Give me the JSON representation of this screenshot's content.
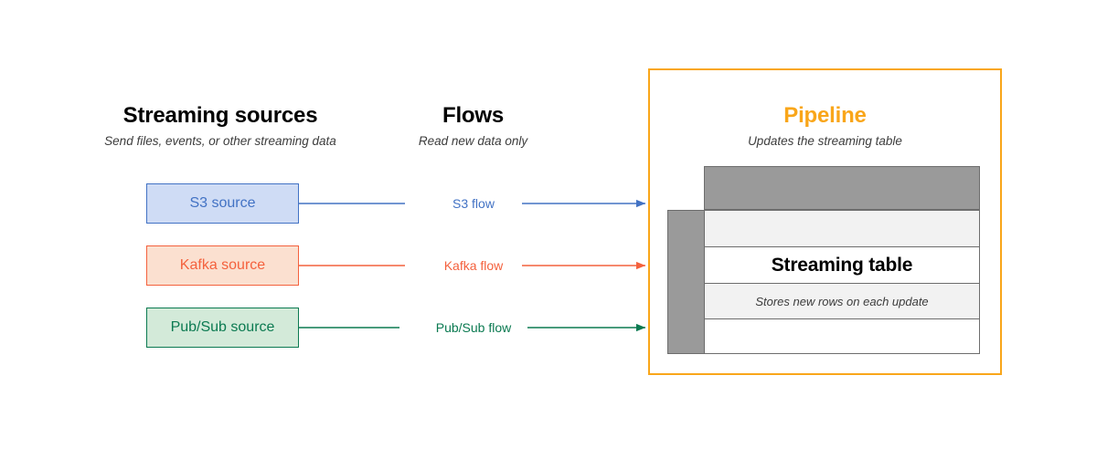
{
  "columns": {
    "sources": {
      "title": "Streaming sources",
      "subtitle": "Send files, events, or other streaming data"
    },
    "flows": {
      "title": "Flows",
      "subtitle": "Read new data only"
    },
    "pipeline": {
      "title": "Pipeline",
      "subtitle": "Updates the streaming table"
    }
  },
  "sources": [
    {
      "label": "S3 source",
      "fill": "#cfdcf5",
      "stroke": "#4272c4",
      "text": "#4272c4"
    },
    {
      "label": "Kafka source",
      "fill": "#fbe0d0",
      "stroke": "#f4613d",
      "text": "#f4613d"
    },
    {
      "label": "Pub/Sub source",
      "fill": "#d3ead9",
      "stroke": "#0b7a51",
      "text": "#0b7a51"
    }
  ],
  "flows": [
    {
      "label": "S3 flow",
      "color": "#4272c4"
    },
    {
      "label": "Kafka flow",
      "color": "#f4613d"
    },
    {
      "label": "Pub/Sub flow",
      "color": "#0b7a51"
    }
  ],
  "pipeline": {
    "border_color": "#f9a61a",
    "accent_color": "#f9a61a",
    "table": {
      "title": "Streaming table",
      "caption": "Stores new rows on each update",
      "header_fill": "#9a9a9a",
      "left_col_fill": "#9a9a9a",
      "row_fills": [
        "#f2f2f2",
        "#ffffff",
        "#f2f2f2",
        "#ffffff"
      ],
      "grid_color": "#6d6d6d"
    }
  }
}
